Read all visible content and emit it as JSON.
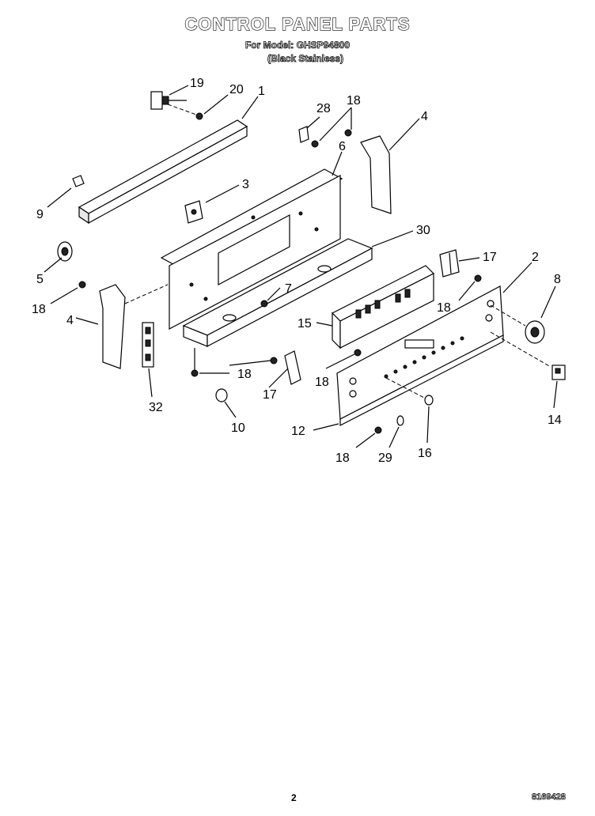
{
  "header": {
    "title": "CONTROL PANEL PARTS",
    "model_line": "For Model: GHSP94800",
    "variant_line": "(Black Stainless)"
  },
  "callouts": {
    "c19": "19",
    "c20": "20",
    "c1": "1",
    "c28": "28",
    "c18a": "18",
    "c4a": "4",
    "c6": "6",
    "c3": "3",
    "c9": "9",
    "c30": "30",
    "c5": "5",
    "c17a": "17",
    "c2": "2",
    "c8": "8",
    "c18b": "18",
    "c4b": "4",
    "c7": "7",
    "c18c": "18",
    "c15": "15",
    "c18d": "18",
    "c32": "32",
    "c17b": "17",
    "c18e": "18",
    "c14": "14",
    "c10": "10",
    "c12": "12",
    "c18f": "18",
    "c29": "29",
    "c16": "16"
  },
  "footer": {
    "page_number": "2",
    "drawing_code": "8169428"
  }
}
